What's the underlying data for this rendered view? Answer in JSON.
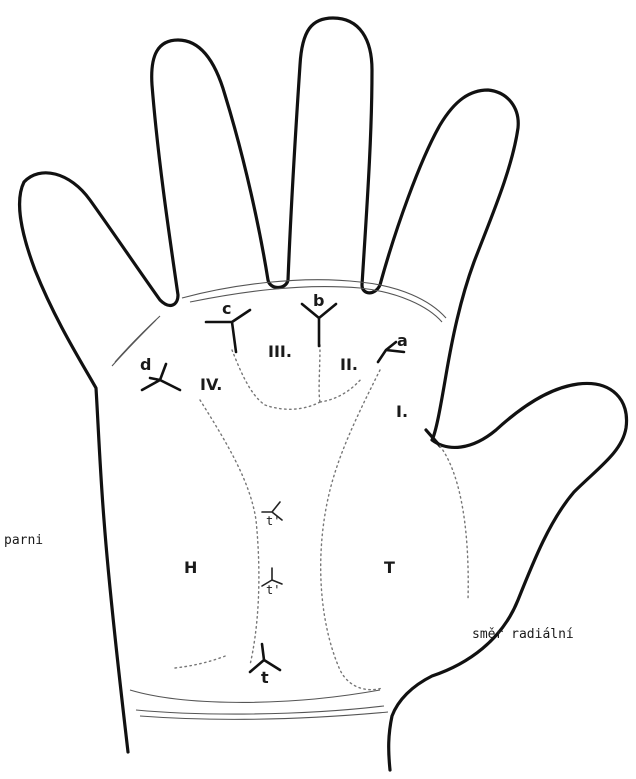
{
  "labels": {
    "triradius_a": "a",
    "triradius_b": "b",
    "triradius_c": "c",
    "triradius_d": "d",
    "triradius_t": "t",
    "triradius_t1": "t'",
    "triradius_t2": "t'",
    "area_I": "I.",
    "area_II": "II.",
    "area_III": "III.",
    "area_IV": "IV.",
    "area_H": "H",
    "area_T": "T",
    "direction_ulnar": "parni",
    "direction_radial": "směr radiální"
  }
}
